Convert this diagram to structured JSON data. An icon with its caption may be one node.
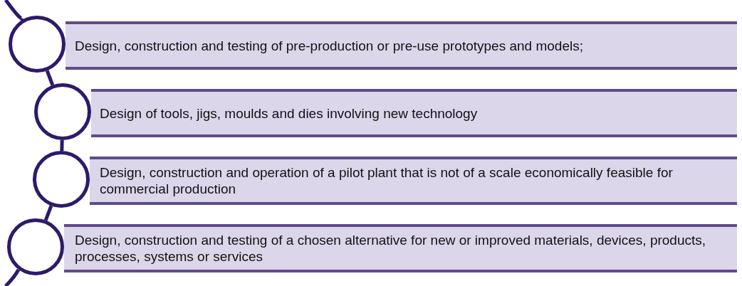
{
  "diagram": {
    "nodes": [
      {
        "text": [],
        "shape": "circle"
      },
      {
        "text": [
          "Design, construction and testing of pre-production or pre-use prototypes and models;"
        ]
      },
      {
        "text": [],
        "shape": "circle"
      },
      {
        "text": [
          "Design of tools, jigs, moulds and dies involving new technology"
        ]
      },
      {
        "text": [],
        "shape": "circle"
      },
      {
        "text": [
          "Design, construction and operation of a pilot plant that is not of a scale economically feasible for commercial production"
        ]
      },
      {
        "text": [],
        "shape": "circle"
      },
      {
        "text": [
          "Design, construction and testing of a chosen alternative for new or improved materials, devices, products, processes, systems or services"
        ]
      }
    ],
    "edges": [
      {
        "from": 0,
        "to": 2,
        "arrow": "none"
      },
      {
        "from": 2,
        "to": 4,
        "arrow": "none"
      },
      {
        "from": 4,
        "to": 6,
        "arrow": "none"
      }
    ]
  }
}
